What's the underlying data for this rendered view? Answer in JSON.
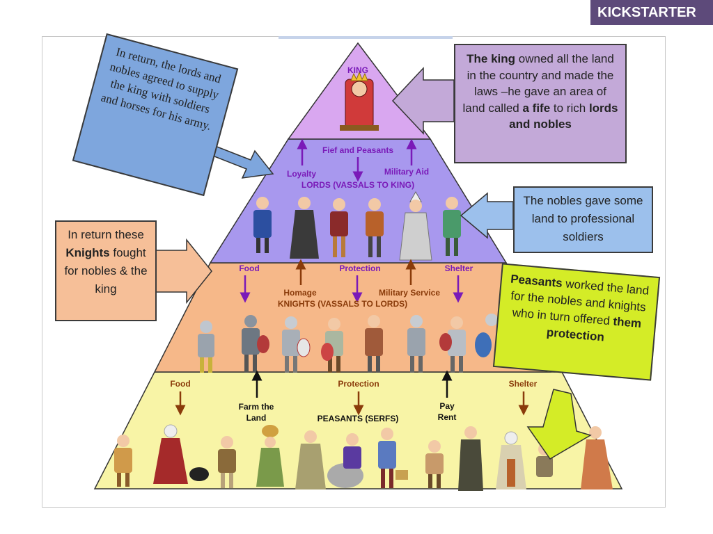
{
  "header": {
    "kickstarter": "KICKSTARTER"
  },
  "tiers": {
    "king": "KING",
    "lords": "LORDS (VASSALS TO KING)",
    "knights": "KNIGHTS (VASSALS TO LORDS)",
    "peasants": "PEASANTS (SERFS)"
  },
  "labels": {
    "fief_peasants": "Fief and Peasants",
    "loyalty": "Loyalty",
    "military_aid": "Military Aid",
    "food_1": "Food",
    "protection_1": "Protection",
    "shelter_1": "Shelter",
    "homage": "Homage",
    "military_service": "Military Service",
    "food_2": "Food",
    "protection_2": "Protection",
    "shelter_2": "Shelter",
    "farm_line1": "Farm the",
    "farm_line2": "Land",
    "pay_line1": "Pay",
    "pay_line2": "Rent"
  },
  "callouts": {
    "lords_agreed": "In return, the lords and nobles agreed to supply the king with soldiers and horses for his army.",
    "king_p1": "The king",
    "king_p2": " owned all the land in the country and made the laws –he gave an area of land called ",
    "king_p3": "a fife",
    "king_p4": " to rich ",
    "king_p5": "lords and nobles",
    "nobles_gave": "The nobles gave some land to professional soldiers",
    "knights_p1": "In return these ",
    "knights_p2": "Knights",
    "knights_p3": " fought for nobles & the king",
    "peasants_p1": "Peasants",
    "peasants_p2": " worked the land for the nobles and knights who in turn offered ",
    "peasants_p3": "them protection"
  },
  "colors": {
    "king_tier": "#d9a7f0",
    "lords_tier": "#a898ee",
    "knights_tier": "#f6b889",
    "peasants_tier": "#f8f4a6",
    "purple_text": "#7a1ab8",
    "brown_text": "#8a3b0a",
    "blue_box": "#7ea6dd",
    "lilac_box": "#c3a9d8",
    "light_blue_box": "#9cc0ec",
    "orange_box": "#f6bf98",
    "yellow_box": "#d4ec27"
  }
}
